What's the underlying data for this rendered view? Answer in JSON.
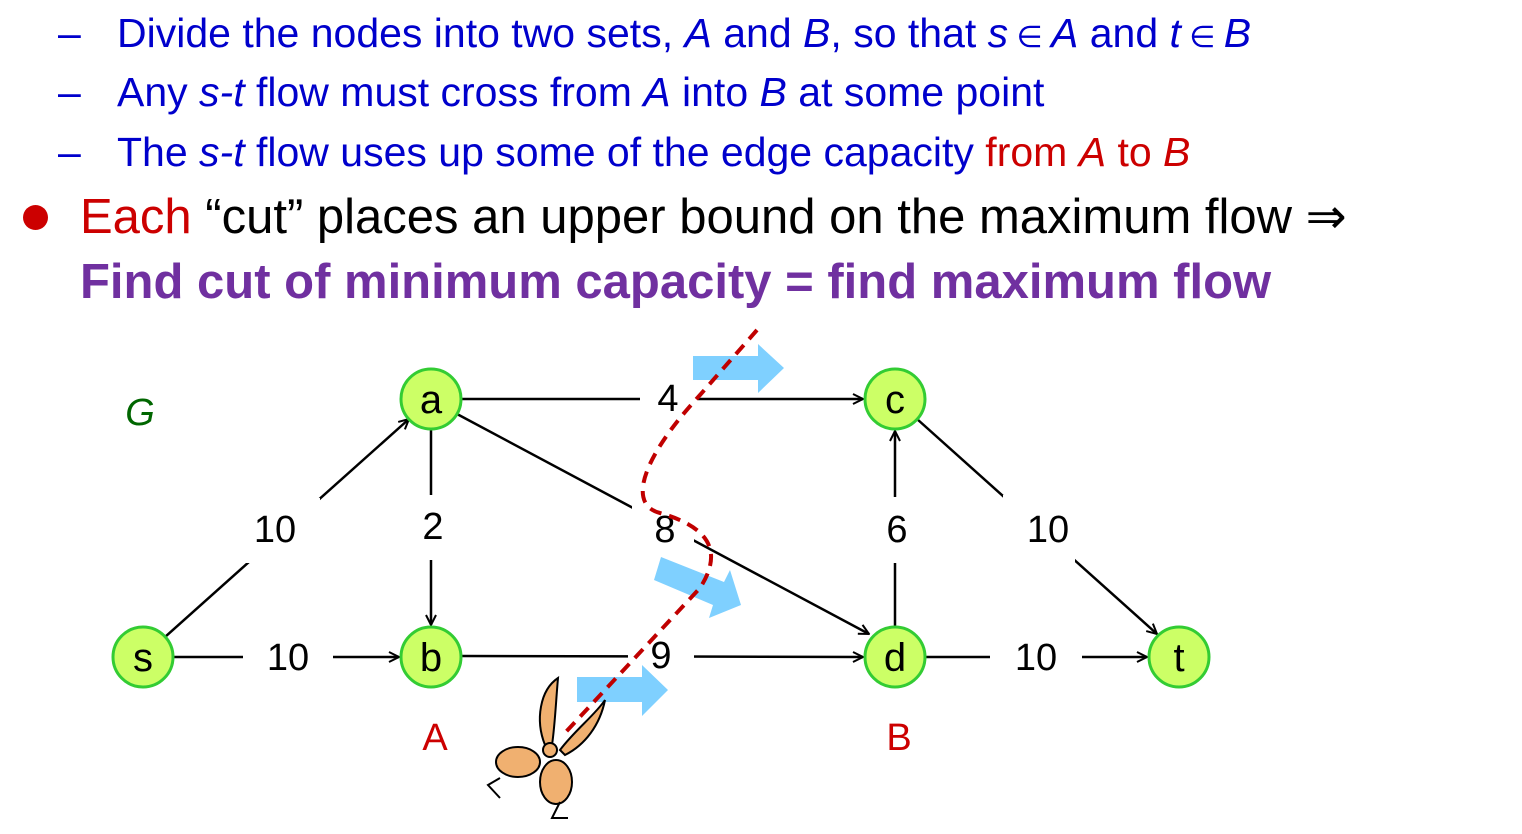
{
  "bullets": {
    "sub1": {
      "dash": "–",
      "t1": "Divide the nodes into two sets, ",
      "A": "A",
      "t2": " and ",
      "B": "B",
      "t3": ", so that ",
      "s": "s",
      "in1": " ∈ ",
      "A2": "A",
      "t4": " and ",
      "t": "t",
      "in2": " ∈ ",
      "B2": "B"
    },
    "sub2": {
      "dash": "–",
      "t1": "Any ",
      "st": "s-t",
      "t2": " flow must cross from ",
      "A": "A",
      "t3": " into ",
      "B": "B",
      "t4": " at some point"
    },
    "sub3": {
      "dash": "–",
      "t1": "The ",
      "st": "s-t",
      "t2": " flow uses up some of the edge capacity ",
      "t3": "from ",
      "A": "A",
      "t4": " to ",
      "B": "B"
    },
    "main": {
      "each": "Each",
      "rest": " “cut” places an upper bound on the maximum flow ⇒"
    },
    "conclusion": "Find cut of minimum capacity = find maximum flow"
  },
  "graph": {
    "name": "G",
    "set_a": "A",
    "set_b": "B",
    "nodes": {
      "s": "s",
      "a": "a",
      "b": "b",
      "c": "c",
      "d": "d",
      "t": "t"
    },
    "edges": {
      "sa": "10",
      "sb": "10",
      "ab": "2",
      "ac": "4",
      "ad": "8",
      "bd": "9",
      "dc": "6",
      "ct": "10",
      "dt": "10"
    },
    "colors": {
      "node_fill": "#ccff66",
      "node_stroke": "#33cc33",
      "cut": "#c00000",
      "flow_arrow": "#7fd0ff"
    }
  }
}
